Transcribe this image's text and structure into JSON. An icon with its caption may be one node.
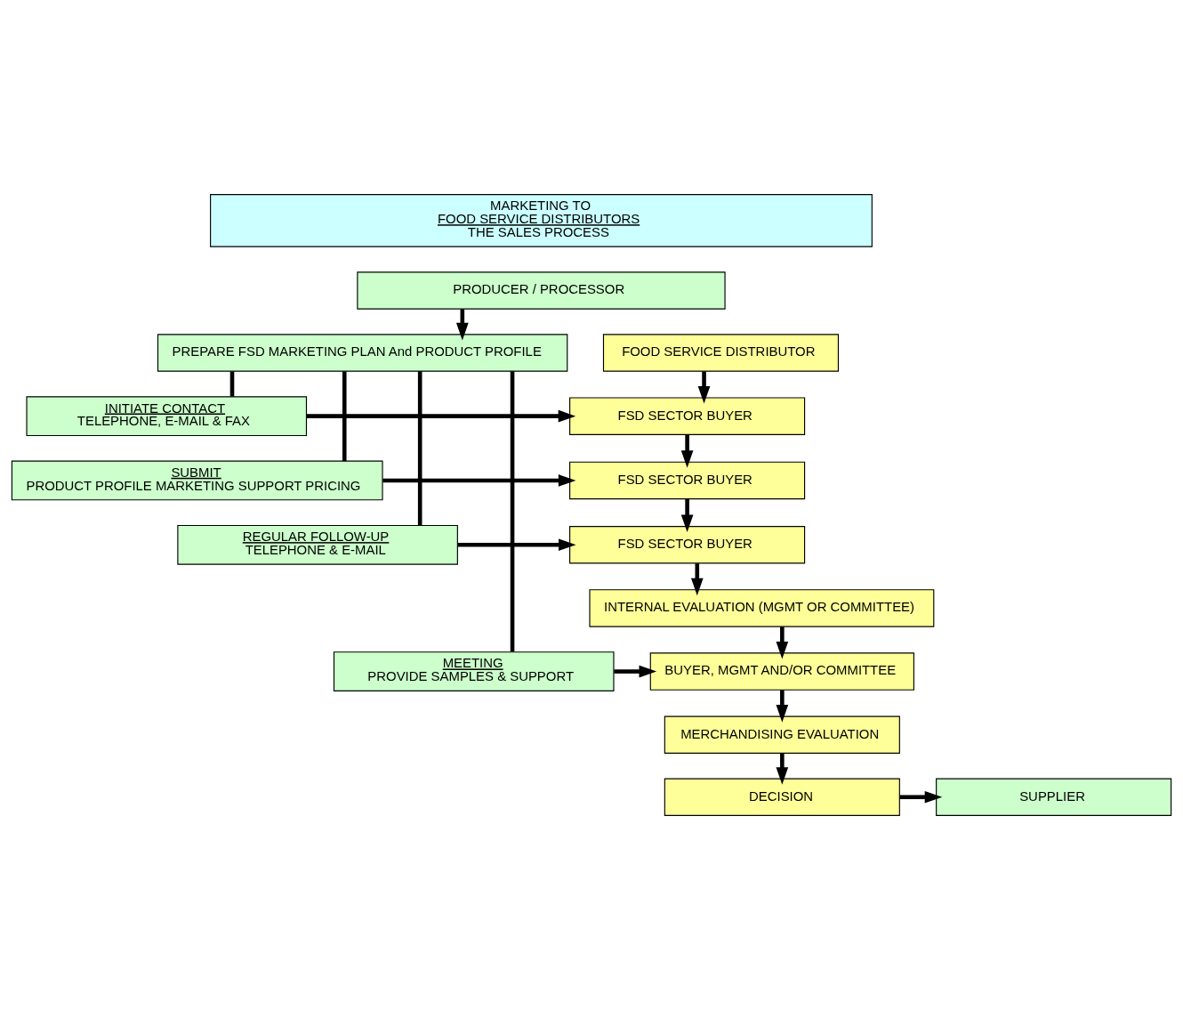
{
  "diagram": {
    "nodes": [
      {
        "text": [
          "MARKETING TO",
          "FOOD SERVICE DISTRIBUTORS",
          "THE SALES PROCESS"
        ]
      },
      {
        "text": [
          "PRODUCER / PROCESSOR"
        ]
      },
      {
        "text": [
          "PREPARE FSD MARKETING PLAN And PRODUCT PROFILE"
        ]
      },
      {
        "text": [
          "INITIATE CONTACT",
          "TELEPHONE, E-MAIL & FAX"
        ]
      },
      {
        "text": [
          "SUBMIT",
          "PRODUCT PROFILE MARKETING SUPPORT PRICING"
        ]
      },
      {
        "text": [
          "REGULAR FOLLOW-UP",
          "TELEPHONE & E-MAIL"
        ]
      },
      {
        "text": [
          "MEETING",
          "PROVIDE SAMPLES & SUPPORT"
        ]
      },
      {
        "text": [
          "FOOD SERVICE DISTRIBUTOR"
        ]
      },
      {
        "text": [
          "FSD SECTOR BUYER"
        ]
      },
      {
        "text": [
          "FSD SECTOR BUYER"
        ]
      },
      {
        "text": [
          "FSD SECTOR BUYER"
        ]
      },
      {
        "text": [
          "INTERNAL EVALUATION (MGMT OR COMMITTEE)"
        ]
      },
      {
        "text": [
          "BUYER, MGMT AND/OR COMMITTEE"
        ]
      },
      {
        "text": [
          "MERCHANDISING EVALUATION"
        ]
      },
      {
        "text": [
          "DECISION"
        ]
      },
      {
        "text": [
          "SUPPLIER"
        ]
      }
    ],
    "edges": [
      {
        "from": 1,
        "to": 2,
        "arrow": "to"
      },
      {
        "from": 2,
        "to": 3,
        "arrow": "none"
      },
      {
        "from": 3,
        "to": 8,
        "arrow": "to"
      },
      {
        "from": 2,
        "to": 4,
        "arrow": "none"
      },
      {
        "from": 4,
        "to": 9,
        "arrow": "to"
      },
      {
        "from": 2,
        "to": 5,
        "arrow": "none"
      },
      {
        "from": 5,
        "to": 10,
        "arrow": "to"
      },
      {
        "from": 2,
        "to": 6,
        "arrow": "none"
      },
      {
        "from": 6,
        "to": 12,
        "arrow": "to"
      },
      {
        "from": 7,
        "to": 8,
        "arrow": "to"
      },
      {
        "from": 8,
        "to": 9,
        "arrow": "to"
      },
      {
        "from": 9,
        "to": 10,
        "arrow": "to"
      },
      {
        "from": 10,
        "to": 11,
        "arrow": "to"
      },
      {
        "from": 11,
        "to": 12,
        "arrow": "to"
      },
      {
        "from": 12,
        "to": 13,
        "arrow": "to"
      },
      {
        "from": 13,
        "to": 14,
        "arrow": "to"
      },
      {
        "from": 14,
        "to": 15,
        "arrow": "to"
      }
    ]
  }
}
